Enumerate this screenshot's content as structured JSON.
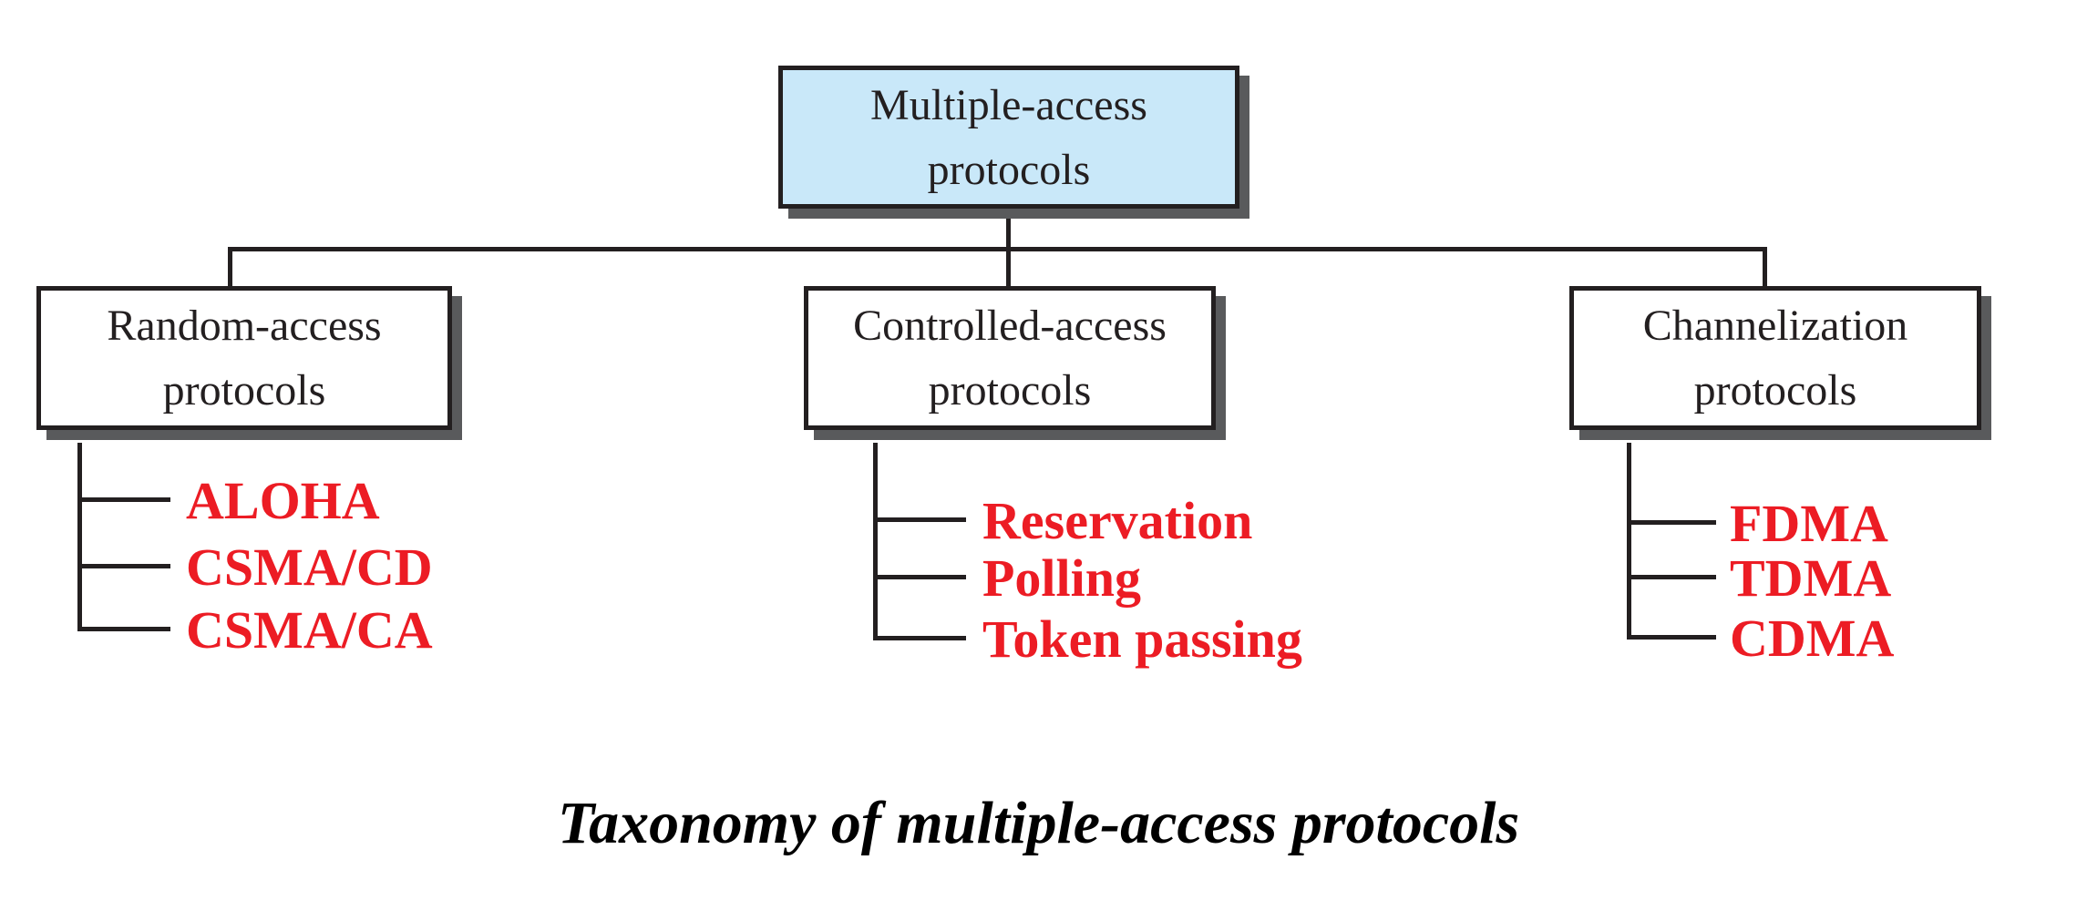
{
  "figure": {
    "root": {
      "line1": "Multiple-access",
      "line2": "protocols"
    },
    "branches": [
      {
        "id": "random-access",
        "line1": "Random-access",
        "line2": "protocols",
        "items": [
          "ALOHA",
          "CSMA/CD",
          "CSMA/CA"
        ]
      },
      {
        "id": "controlled-access",
        "line1": "Controlled-access",
        "line2": "protocols",
        "items": [
          "Reservation",
          "Polling",
          "Token passing"
        ]
      },
      {
        "id": "channelization",
        "line1": "Channelization",
        "line2": "protocols",
        "items": [
          "FDMA",
          "TDMA",
          "CDMA"
        ]
      }
    ],
    "caption": "Taxonomy of multiple-access protocols",
    "colors": {
      "root_fill": "#c9e8f9",
      "box_border": "#231f20",
      "shadow": "#595a5c",
      "item_red": "#ec1c24",
      "line": "#231f20"
    }
  }
}
